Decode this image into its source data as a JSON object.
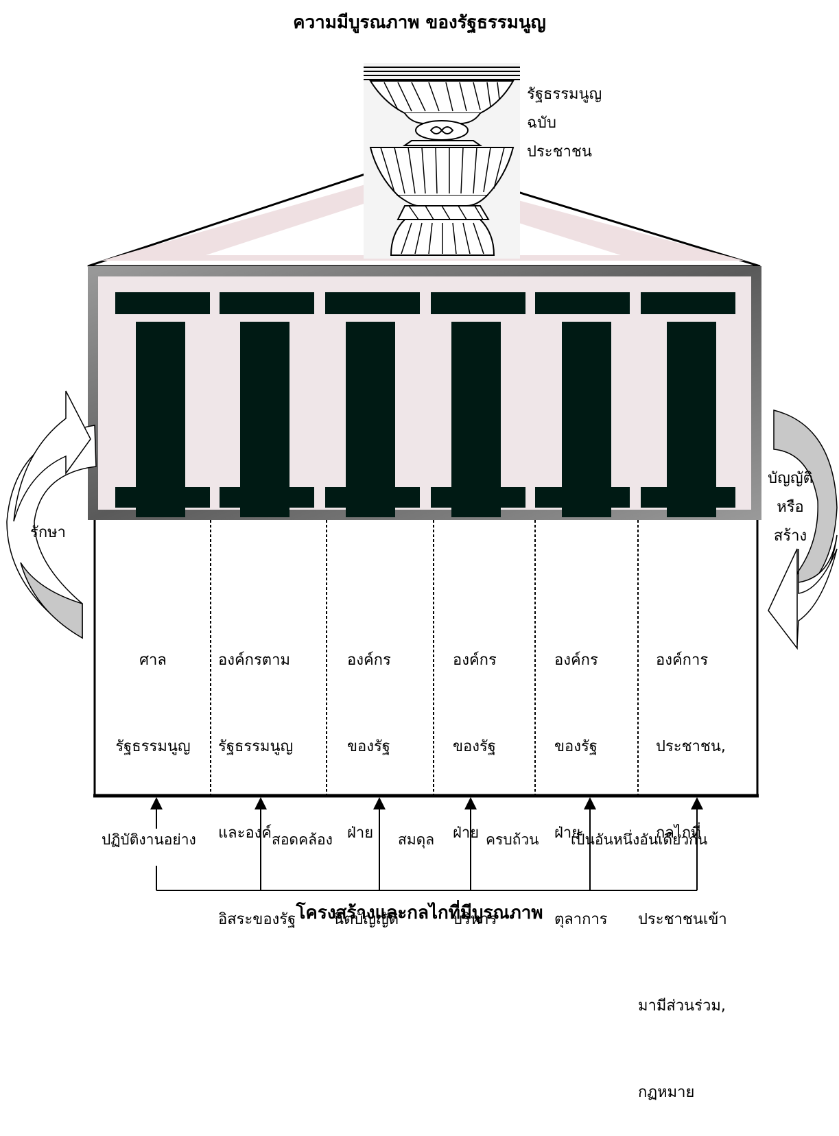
{
  "title": "ความมีบูรณภาพ ของรัฐธรรมนูญ",
  "bottom_title": "โครงสร้างและกลไกที่มีบูรณภาพ",
  "crown_label": [
    "รัฐธรรมนูญ",
    "ฉบับ",
    "ประชาชน"
  ],
  "left_arrow_label": "รักษา",
  "right_arrow_label": [
    "บัญญัติ",
    "หรือ",
    "สร้าง"
  ],
  "columns": [
    {
      "lines": [
        "ศาล",
        "รัฐธรรมนูญ"
      ]
    },
    {
      "lines": [
        "องค์กรตาม",
        "รัฐธรรมนูญ",
        "และองค์กร",
        "อิสระของรัฐ"
      ]
    },
    {
      "lines": [
        "องค์กร",
        "ของรัฐ",
        "ฝ่าย",
        "นิตบัญญัติ"
      ]
    },
    {
      "lines": [
        "องค์กร",
        "ของรัฐ",
        "ฝ่าย",
        "บริหาร"
      ]
    },
    {
      "lines": [
        "องค์กร",
        "ของรัฐ",
        "ฝ่าย",
        "ตุลาการ"
      ]
    },
    {
      "lines": [
        "องค์การ",
        "ประชาชน,",
        "กลไกที่",
        "ประชาชนเข้า",
        "มามีส่วนร่วม,",
        "กฏหมาย"
      ]
    }
  ],
  "principles": [
    "ปฏิบัติงานอย่าง",
    "สอดคล้อง",
    "สมดุล",
    "ครบถ้วน",
    "เป็นอันหนึ่งอันเดียวกัน"
  ],
  "colors": {
    "pillar": "#001a14",
    "frame_fill": "#efe6e8",
    "arrow_fill": "#c8c8c8"
  }
}
